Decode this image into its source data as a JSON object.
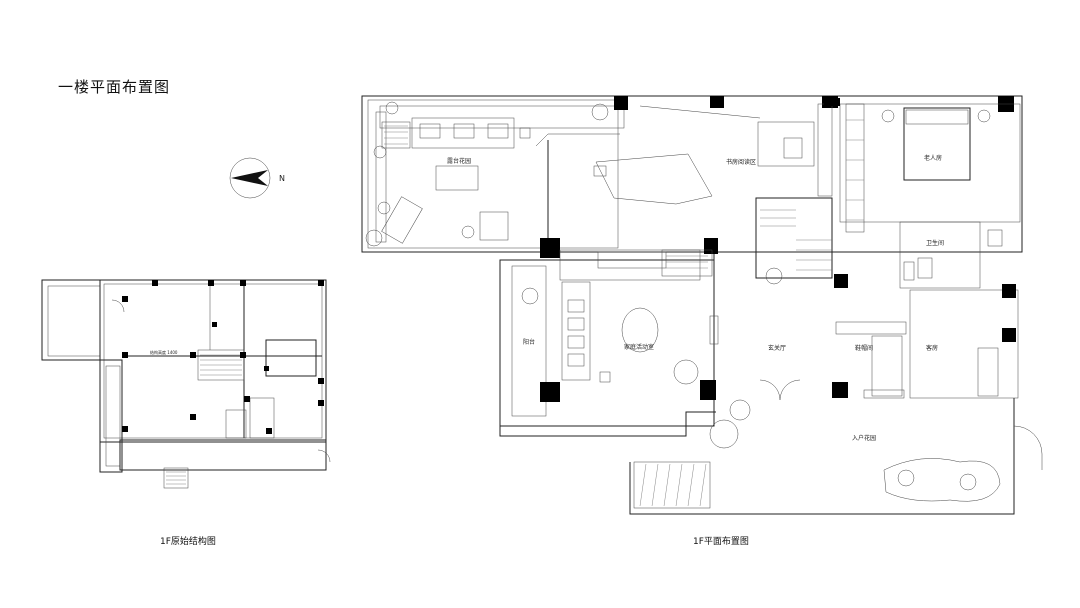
{
  "page_title": "一楼平面布置图",
  "captions": {
    "original": "1F原始结构图",
    "layout": "1F平面布置图"
  },
  "compass": {
    "label": "N",
    "icon": "north-arrow-icon"
  },
  "rooms": {
    "terrace_garden": "露台花园",
    "study_reading": "书房阅读区",
    "elder_room": "老人房",
    "bathroom": "卫生间",
    "balcony": "阳台",
    "family_room": "家庭活动室",
    "foyer": "玄关厅",
    "shoe_room": "鞋帽间",
    "guest_room": "客房",
    "entry_garden": "入户花园"
  },
  "original_plan_note": "结构高度 1400"
}
